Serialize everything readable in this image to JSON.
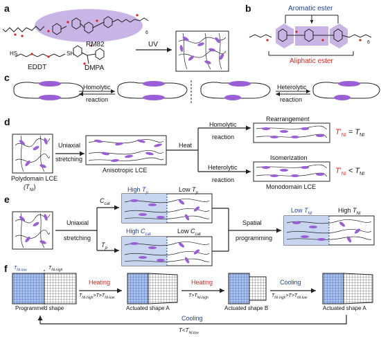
{
  "panels": {
    "a": "a",
    "b": "b",
    "c": "c",
    "d": "d",
    "e": "e",
    "f": "f"
  },
  "a": {
    "rm82": "RM82",
    "n6": "6",
    "eddt": "EDDT",
    "dmpa": "DMPA",
    "uv": "UV",
    "sh": "SH",
    "hs": "HS"
  },
  "b": {
    "aromatic": "Aromatic ester",
    "aliphatic": "Aliphatic ester",
    "n6": "6"
  },
  "c": {
    "homolytic1": "Homolytic",
    "homolytic2": "reaction",
    "heterolytic1": "Heterolytic",
    "heterolytic2": "reaction"
  },
  "d": {
    "uniaxial1": "Uniaxial",
    "uniaxial2": "stretching",
    "poly1": "Polydomain LCE",
    "poly2": "(T",
    "poly_sub": "NI",
    "poly_close": ")",
    "aniso": "Anisotropic LCE",
    "heat": "Heat",
    "homolytic1": "Homolytic",
    "homolytic2": "reaction",
    "heterolytic1": "Heterolytic",
    "heterolytic2": "reaction",
    "rearr": "Rearrangement",
    "isom": "Isomerization",
    "mono": "Monodomain LCE",
    "eq1_T": "T",
    "eq1_sub": "NI",
    "eq1_op": " = T",
    "eq1_sub2": "NI",
    "eq2_T": "T",
    "eq2_sub": "NI",
    "eq2_op": " < T",
    "eq2_sub2": "NI",
    "prime": "'"
  },
  "e": {
    "uniaxial1": "Uniaxial",
    "uniaxial2": "stretching",
    "ccat": "C",
    "ccat_sub": "cat",
    "tp": "T",
    "tp_sub": "p",
    "hightp": "High ",
    "hightp_T": "T",
    "hightp_sub": "p",
    "lowtp": "Low ",
    "lowtp_T": "T",
    "lowtp_sub": "p",
    "highc": "High ",
    "highc_C": "C",
    "highc_sub": "cat",
    "lowc": "Low ",
    "lowc_C": "C",
    "lowc_sub": "cat",
    "spatial1": "Spatial",
    "spatial2": "programming",
    "lowtni": "Low ",
    "lowtni_T": "T",
    "lowtni_sub": "NI",
    "hightni": "High ",
    "hightni_T": "T",
    "hightni_sub": "NI"
  },
  "f": {
    "tlow": "T",
    "tlow_sub": "NI-low",
    "thigh": "T",
    "thigh_sub": "NI-high",
    "heating1": "Heating",
    "cond1_a": "T",
    "cond1_a_sub": "NI-high",
    "cond1_b": ">T>T",
    "cond1_b_sub": "NI-low",
    "heating2": "Heating",
    "cond2": "T>T",
    "cond2_sub": "NI-high",
    "cooling1": "Cooling",
    "cond3_a": "T",
    "cond3_a_sub": "NI-high",
    "cond3_b": ">T>T",
    "cond3_b_sub": "NI-low",
    "prog": "Programmed shape",
    "actA1": "Actuated shape A",
    "actB": "Actuated shape B",
    "actA2": "Actuated shape A",
    "cooling2": "Cooling",
    "cond4": "T<T",
    "cond4_sub": "NI-low"
  },
  "colors": {
    "purple": "#9a5fd6",
    "lavender": "#c8b5e6",
    "blue": "#1f3f9e",
    "red": "#e0221b",
    "bluefill": "#c7d5ee"
  }
}
